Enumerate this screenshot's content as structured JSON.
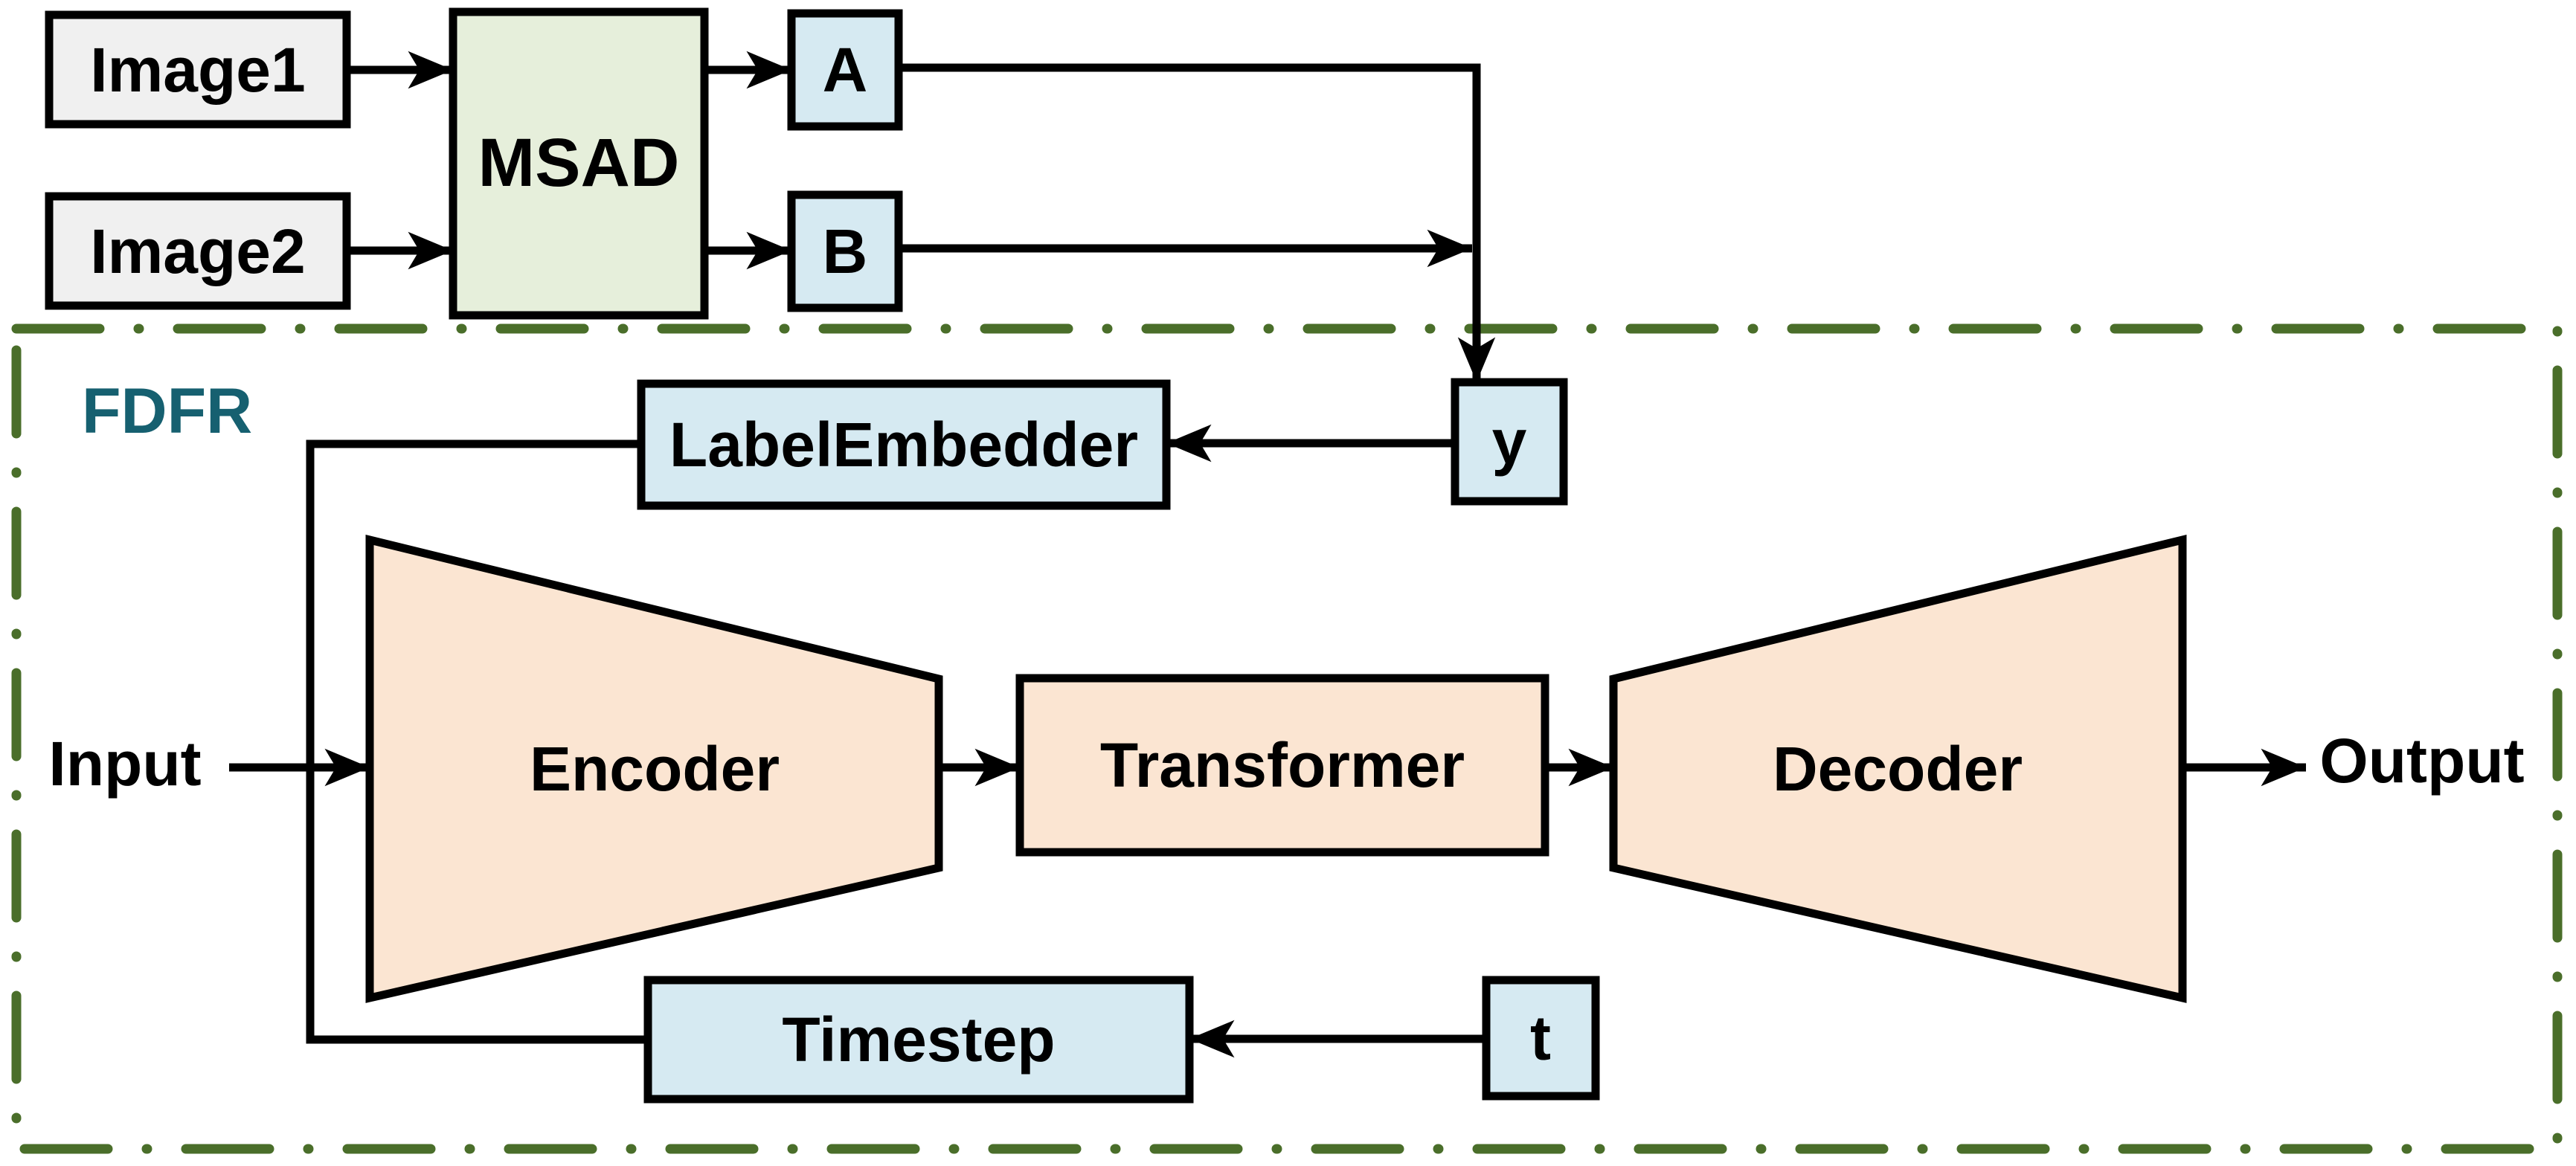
{
  "colors": {
    "background": "#ffffff",
    "box_border": "#000000",
    "connector": "#000000",
    "image_box_fill": "#f0f0f0",
    "msad_fill": "#e6efdb",
    "blue_fill": "#d6eaf2",
    "peach_fill": "#fbe5d2",
    "fdfr_border": "#4a6e2a",
    "fdfr_label": "#166070"
  },
  "region": {
    "label": "FDFR"
  },
  "nodes": {
    "image1": "Image1",
    "image2": "Image2",
    "msad": "MSAD",
    "a": "A",
    "b": "B",
    "y": "y",
    "label_embedder": "LabelEmbedder",
    "encoder": "Encoder",
    "transformer": "Transformer",
    "decoder": "Decoder",
    "timestep": "Timestep",
    "t": "t"
  },
  "io": {
    "input": "Input",
    "output": "Output"
  }
}
